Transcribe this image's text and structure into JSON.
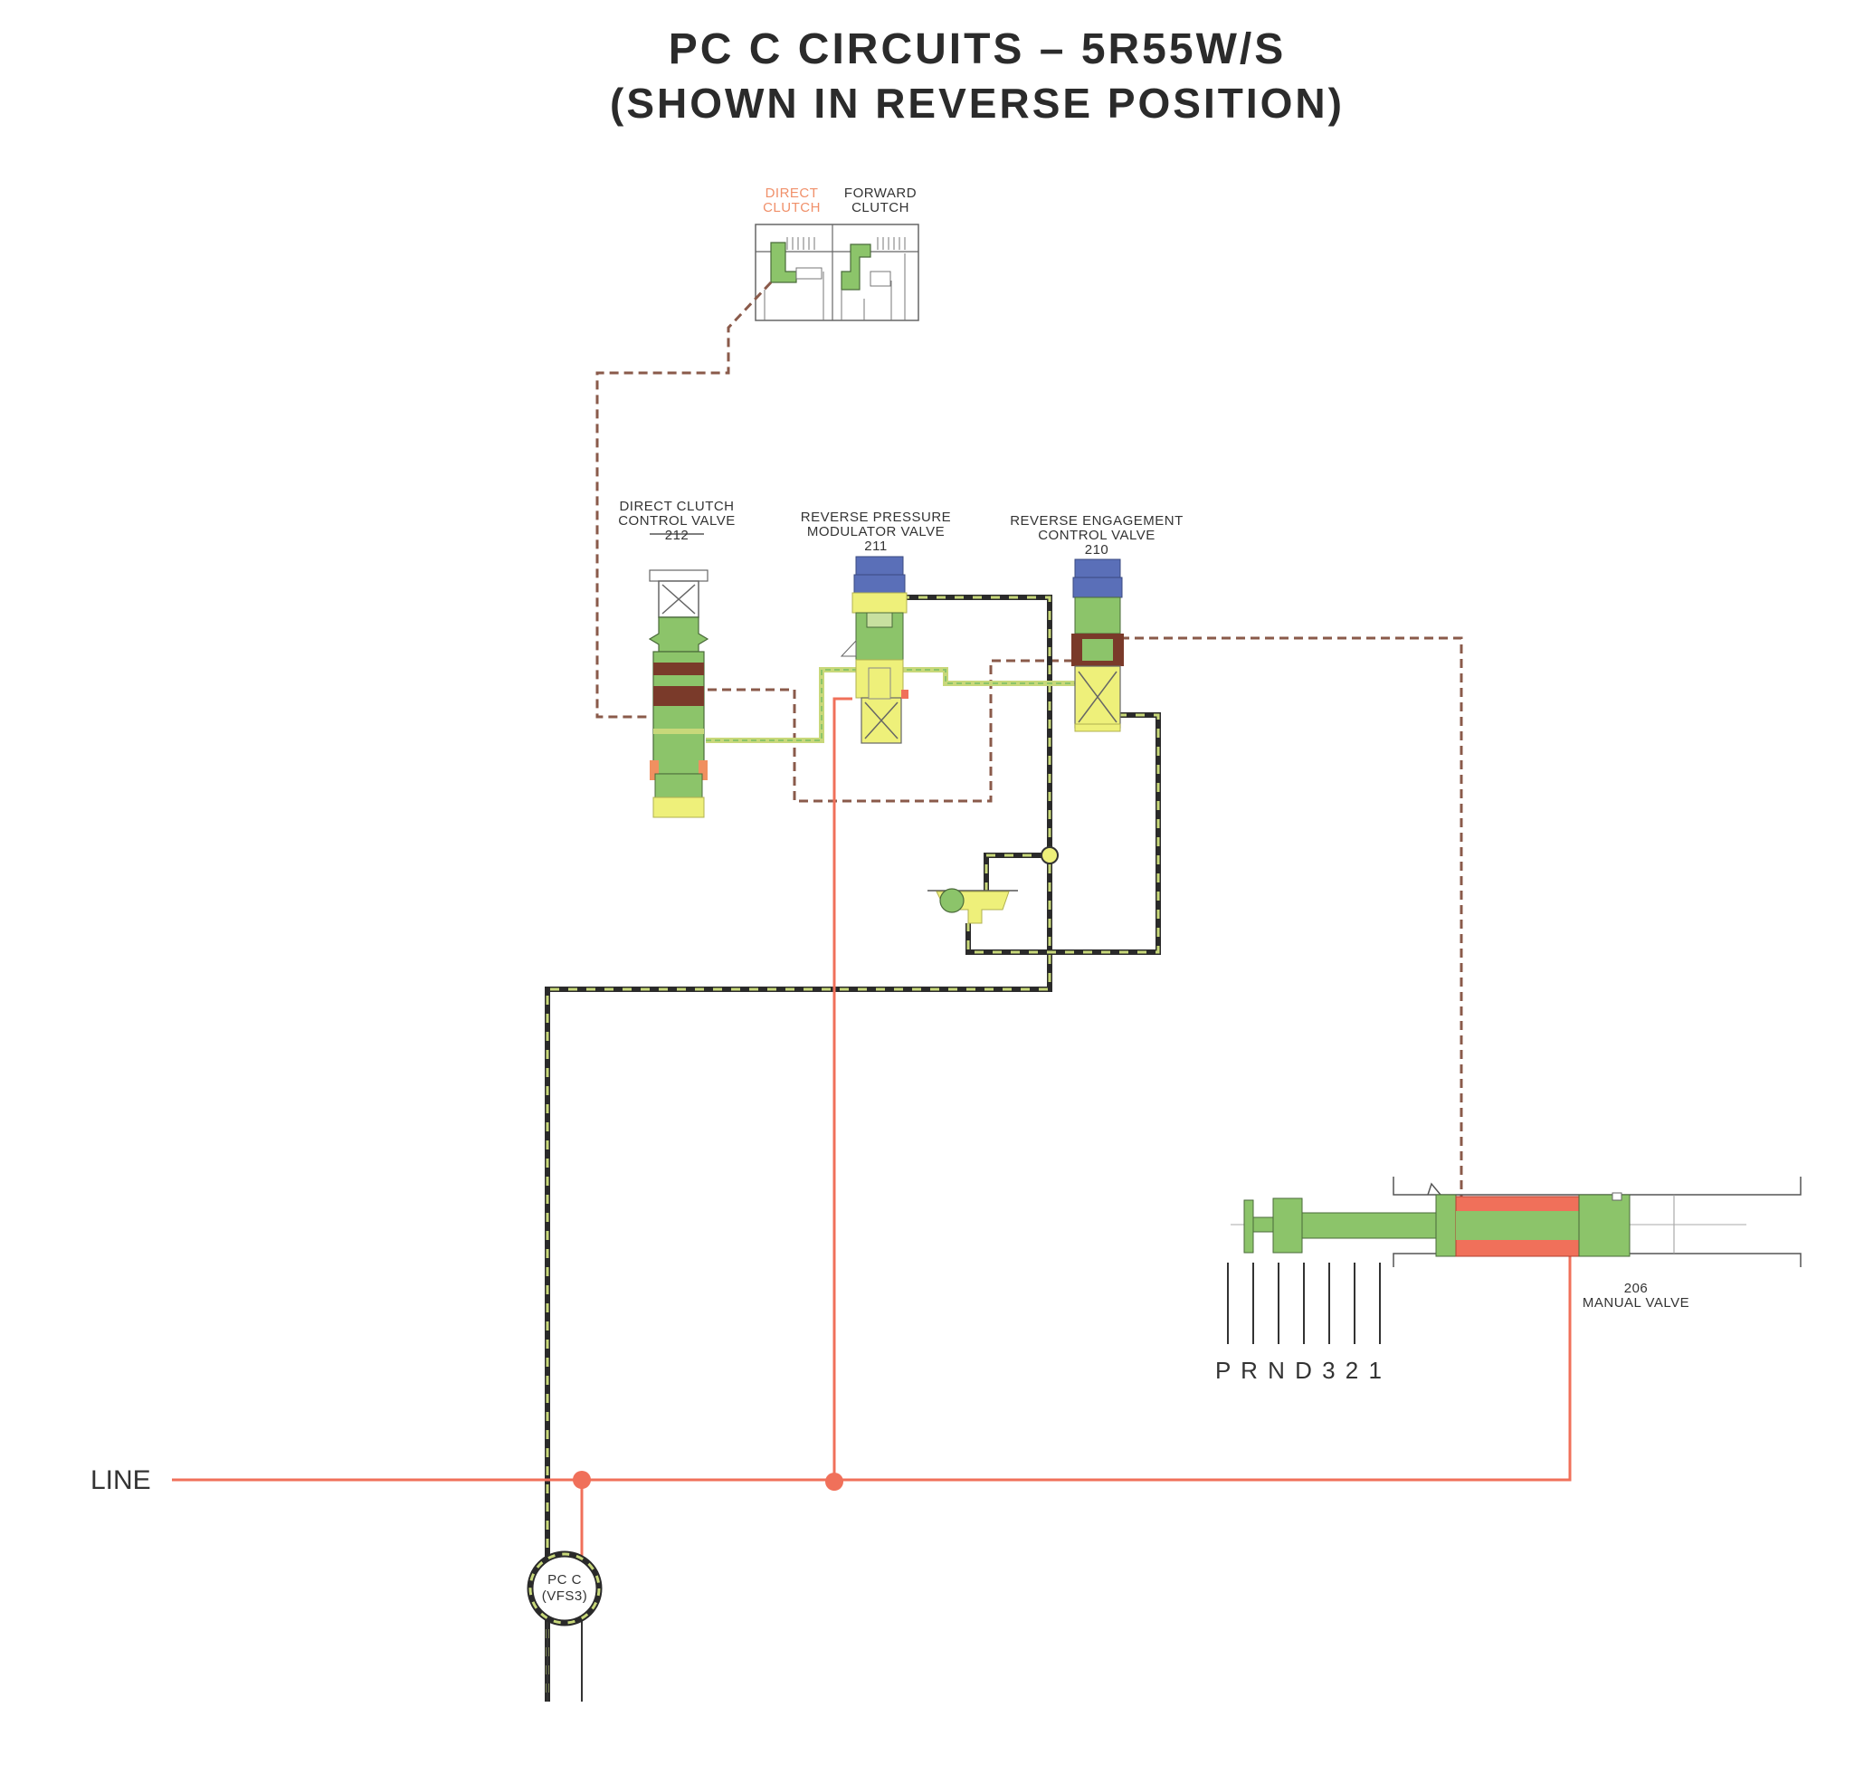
{
  "title": {
    "line1": "PC C CIRCUITS – 5R55W/S",
    "line2": "(SHOWN IN REVERSE POSITION)"
  },
  "clutch_labels": {
    "direct_l1": "DIRECT",
    "direct_l2": "CLUTCH",
    "forward_l1": "FORWARD",
    "forward_l2": "CLUTCH"
  },
  "valves": {
    "direct_clutch": {
      "l1": "DIRECT CLUTCH",
      "l2": "CONTROL VALVE",
      "num": "212"
    },
    "reverse_pressure": {
      "l1": "REVERSE PRESSURE",
      "l2": "MODULATOR VALVE",
      "num": "211"
    },
    "reverse_engagement": {
      "l1": "REVERSE ENGAGEMENT",
      "l2": "CONTROL VALVE",
      "num": "210"
    },
    "manual": {
      "num": "206",
      "label": "MANUAL VALVE"
    }
  },
  "line_label": "LINE",
  "solenoid": {
    "l1": "PC C",
    "l2": "(VFS3)"
  },
  "gear_positions": "P R N D 3 2 1",
  "colors": {
    "line_red": "#f0705a",
    "valve_green": "#8cc46a",
    "valve_yellow": "#eef07a",
    "valve_blue": "#5a6fb8",
    "valve_brown": "#7a3a2a",
    "dashed_brown": "#8a5a4a",
    "pcc_dark": "#2a2a2a",
    "pcc_light": "#c8d87a",
    "direct_label": "#f0906a"
  }
}
